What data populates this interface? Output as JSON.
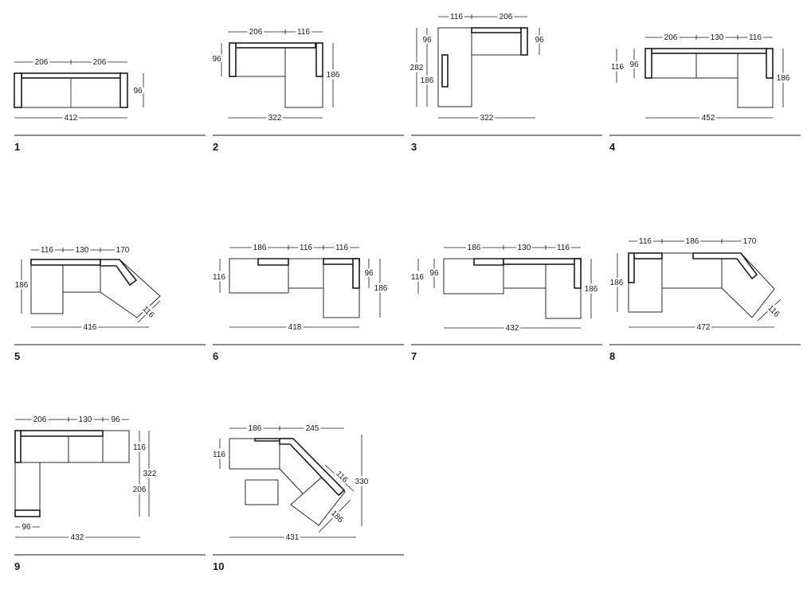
{
  "configs": [
    {
      "number": "1",
      "dims": [
        "206",
        "206",
        "96",
        "412"
      ]
    },
    {
      "number": "2",
      "dims": [
        "206",
        "116",
        "96",
        "186",
        "322"
      ]
    },
    {
      "number": "3",
      "dims": [
        "116",
        "206",
        "96",
        "96",
        "282",
        "186",
        "322"
      ]
    },
    {
      "number": "4",
      "dims": [
        "206",
        "130",
        "116",
        "116",
        "96",
        "186",
        "452"
      ]
    },
    {
      "number": "5",
      "dims": [
        "116",
        "130",
        "170",
        "186",
        "116",
        "416"
      ]
    },
    {
      "number": "6",
      "dims": [
        "186",
        "116",
        "116",
        "116",
        "96",
        "186",
        "418"
      ]
    },
    {
      "number": "7",
      "dims": [
        "186",
        "130",
        "116",
        "116",
        "96",
        "186",
        "432"
      ]
    },
    {
      "number": "8",
      "dims": [
        "116",
        "186",
        "170",
        "186",
        "116",
        "472"
      ]
    },
    {
      "number": "9",
      "dims": [
        "206",
        "130",
        "96",
        "116",
        "322",
        "206",
        "96",
        "432"
      ]
    },
    {
      "number": "10",
      "dims": [
        "186",
        "245",
        "116",
        "116",
        "330",
        "186",
        "431"
      ]
    }
  ]
}
